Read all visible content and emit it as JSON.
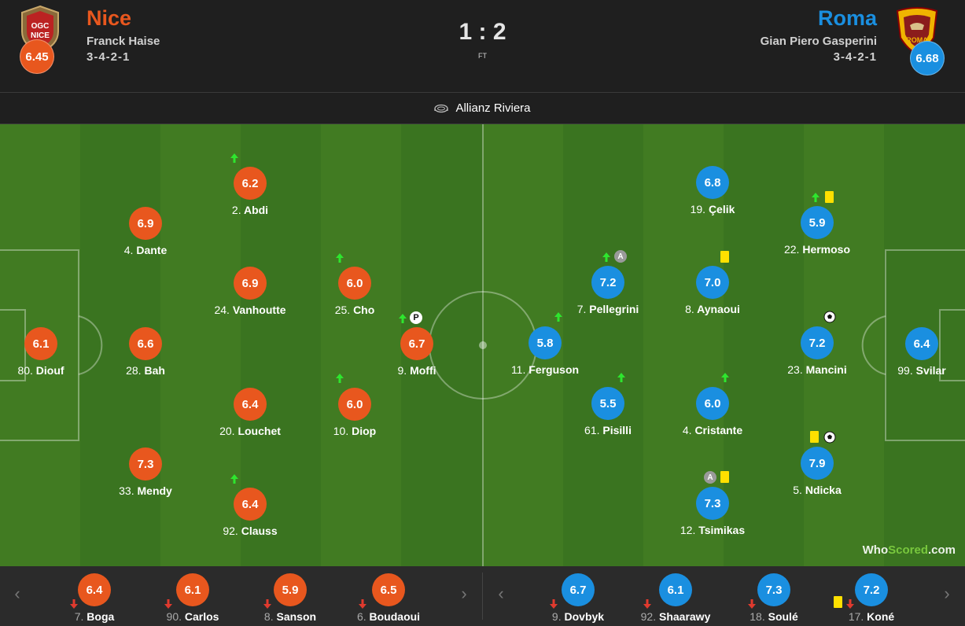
{
  "home": {
    "name": "Nice",
    "coach": "Franck Haise",
    "formation": "3-4-2-1",
    "rating": "6.45",
    "crest_text": [
      "OGC",
      "NICE"
    ],
    "color": "#e8571e"
  },
  "away": {
    "name": "Roma",
    "coach": "Gian Piero Gasperini",
    "formation": "3-4-2-1",
    "rating": "6.68",
    "crest_text": "ROMA",
    "color": "#1a8fe0"
  },
  "score": "1 : 2",
  "status": "FT",
  "venue": "Allianz Riviera",
  "watermark": {
    "a": "Who",
    "b": "Scored",
    "c": ".com"
  },
  "home_players": [
    {
      "num": "80.",
      "name": "Diouf",
      "rating": "6.1"
    },
    {
      "num": "4.",
      "name": "Dante",
      "rating": "6.9"
    },
    {
      "num": "28.",
      "name": "Bah",
      "rating": "6.6"
    },
    {
      "num": "33.",
      "name": "Mendy",
      "rating": "7.3"
    },
    {
      "num": "2.",
      "name": "Abdi",
      "rating": "6.2"
    },
    {
      "num": "24.",
      "name": "Vanhoutte",
      "rating": "6.9"
    },
    {
      "num": "20.",
      "name": "Louchet",
      "rating": "6.4"
    },
    {
      "num": "92.",
      "name": "Clauss",
      "rating": "6.4"
    },
    {
      "num": "25.",
      "name": "Cho",
      "rating": "6.0"
    },
    {
      "num": "10.",
      "name": "Diop",
      "rating": "6.0"
    },
    {
      "num": "9.",
      "name": "Moffi",
      "rating": "6.7"
    }
  ],
  "away_players": [
    {
      "num": "99.",
      "name": "Svilar",
      "rating": "6.4"
    },
    {
      "num": "22.",
      "name": "Hermoso",
      "rating": "5.9"
    },
    {
      "num": "23.",
      "name": "Mancini",
      "rating": "7.2"
    },
    {
      "num": "5.",
      "name": "Ndicka",
      "rating": "7.9"
    },
    {
      "num": "19.",
      "name": "Çelik",
      "rating": "6.8"
    },
    {
      "num": "8.",
      "name": "Aynaoui",
      "rating": "7.0"
    },
    {
      "num": "4.",
      "name": "Cristante",
      "rating": "6.0"
    },
    {
      "num": "12.",
      "name": "Tsimikas",
      "rating": "7.3"
    },
    {
      "num": "7.",
      "name": "Pellegrini",
      "rating": "7.2"
    },
    {
      "num": "61.",
      "name": "Pisilli",
      "rating": "5.5"
    },
    {
      "num": "11.",
      "name": "Ferguson",
      "rating": "5.8"
    }
  ],
  "home_subs": [
    {
      "num": "7.",
      "name": "Boga",
      "rating": "6.4"
    },
    {
      "num": "90.",
      "name": "Carlos",
      "rating": "6.1"
    },
    {
      "num": "8.",
      "name": "Sanson",
      "rating": "5.9"
    },
    {
      "num": "6.",
      "name": "Boudaoui",
      "rating": "6.5"
    }
  ],
  "away_subs": [
    {
      "num": "9.",
      "name": "Dovbyk",
      "rating": "6.7"
    },
    {
      "num": "92.",
      "name": "Shaarawy",
      "rating": "6.1"
    },
    {
      "num": "18.",
      "name": "Soulé",
      "rating": "7.3"
    },
    {
      "num": "17.",
      "name": "Koné",
      "rating": "7.2"
    }
  ],
  "badges": {
    "assist": "A",
    "penalty": "P"
  },
  "nav": {
    "prev": "‹",
    "next": "›"
  }
}
